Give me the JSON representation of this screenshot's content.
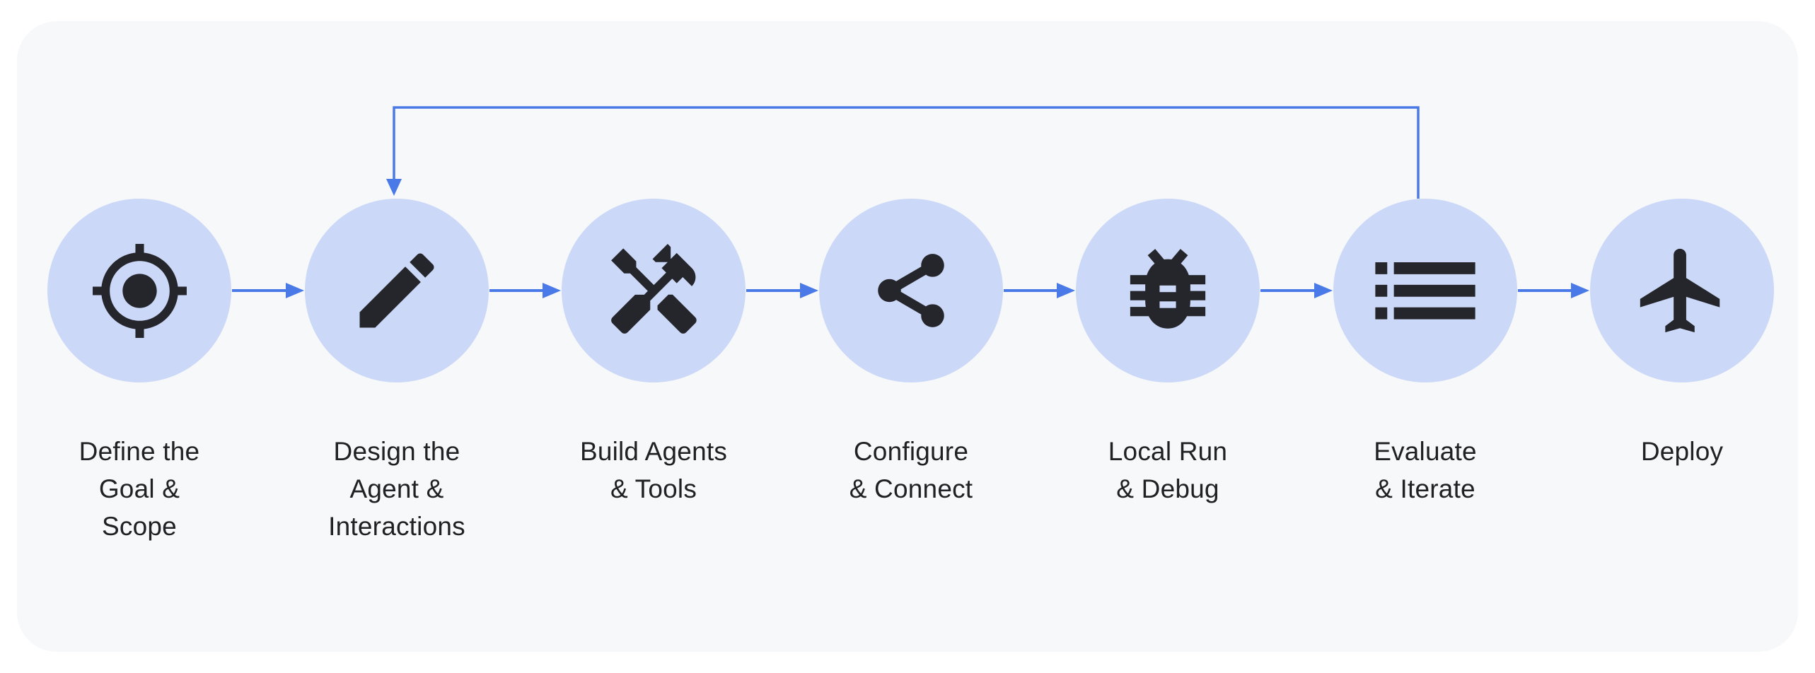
{
  "diagram": {
    "type": "workflow",
    "nodes": [
      {
        "id": "define-goal-scope",
        "label": "Define the\nGoal &\nScope",
        "icon": "target-icon"
      },
      {
        "id": "design-agent-interactions",
        "label": "Design the\nAgent &\nInteractions",
        "icon": "pencil-icon"
      },
      {
        "id": "build-agents-tools",
        "label": "Build Agents\n& Tools",
        "icon": "hammer-wrench-icon"
      },
      {
        "id": "configure-connect",
        "label": "Configure\n& Connect",
        "icon": "share-icon"
      },
      {
        "id": "local-run-debug",
        "label": "Local Run\n& Debug",
        "icon": "bug-icon"
      },
      {
        "id": "evaluate-iterate",
        "label": "Evaluate\n& Iterate",
        "icon": "list-icon"
      },
      {
        "id": "deploy",
        "label": "Deploy",
        "icon": "airplane-icon"
      }
    ],
    "edges": [
      {
        "from": "define-goal-scope",
        "to": "design-agent-interactions",
        "type": "forward"
      },
      {
        "from": "design-agent-interactions",
        "to": "build-agents-tools",
        "type": "forward"
      },
      {
        "from": "build-agents-tools",
        "to": "configure-connect",
        "type": "forward"
      },
      {
        "from": "configure-connect",
        "to": "local-run-debug",
        "type": "forward"
      },
      {
        "from": "local-run-debug",
        "to": "evaluate-iterate",
        "type": "forward"
      },
      {
        "from": "evaluate-iterate",
        "to": "deploy",
        "type": "forward"
      },
      {
        "from": "evaluate-iterate",
        "to": "design-agent-interactions",
        "type": "feedback-loop"
      }
    ],
    "colors": {
      "page_bg": "#ffffff",
      "card_bg": "#f6f8fa",
      "node_fill": "#ccd8f7",
      "icon": "#24262b",
      "arrow": "#4a79e8",
      "text": "#202124"
    }
  }
}
